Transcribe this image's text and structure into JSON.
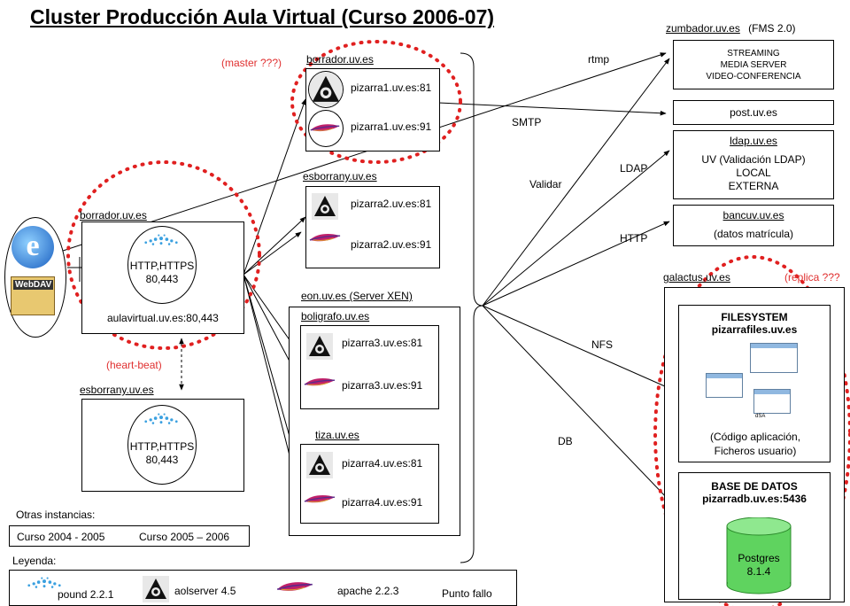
{
  "title": "Cluster Producción Aula Virtual (Curso 2006-07)",
  "nodes": {
    "borrador_front": {
      "host": "borrador.uv.es",
      "proto": "HTTP,HTTPS",
      "ports": "80,443",
      "service": "aulavirtual.uv.es:80,443"
    },
    "esborrany_front": {
      "host": "esborrany.uv.es",
      "proto": "HTTP,HTTPS",
      "ports": "80,443"
    },
    "borrador_back": {
      "host": "borrador.uv.es",
      "s1": "pizarra1.uv.es:81",
      "s2": "pizarra1.uv.es:91"
    },
    "esborrany_back": {
      "host": "esborrany.uv.es",
      "s1": "pizarra2.uv.es:81",
      "s2": "pizarra2.uv.es:91"
    },
    "eon": {
      "host": "eon.uv.es (Server XEN)"
    },
    "boligrafo": {
      "host": "boligrafo.uv.es",
      "s1": "pizarra3.uv.es:81",
      "s2": "pizarra3.uv.es:91"
    },
    "tiza": {
      "host": "tiza.uv.es",
      "s1": "pizarra4.uv.es:81",
      "s2": "pizarra4.uv.es:91"
    },
    "zumbador": {
      "host": "zumbador.uv.es",
      "note": "(FMS 2.0)",
      "l1": "STREAMING",
      "l2": "MEDIA SERVER",
      "l3": "VIDEO-CONFERENCIA"
    },
    "post": {
      "host": "post.uv.es"
    },
    "ldap": {
      "host": "ldap.uv.es",
      "l1": "UV (Validación LDAP)",
      "l2": "LOCAL",
      "l3": "EXTERNA"
    },
    "bancuv": {
      "host": "bancuv.uv.es",
      "l1": "(datos matrícula)"
    },
    "galactus": {
      "host": "galactus.uv.es",
      "replica": "(replica ???",
      "fs_title": "FILESYSTEM",
      "fs_host": "pizarrafiles.uv.es",
      "fs_l1": "(Código aplicación,",
      "fs_l2": "Ficheros usuario)",
      "db_title": "BASE DE DATOS",
      "db_host": "pizarradb.uv.es:5436",
      "db_l1": "Postgres",
      "db_l2": "8.1.4",
      "dsa": "dSA"
    }
  },
  "annotations": {
    "master": "(master ???)",
    "heartbeat": "(heart-beat)"
  },
  "protocols": {
    "rtmp": "rtmp",
    "smtp": "SMTP",
    "ldap": "LDAP",
    "validar": "Validar",
    "http": "HTTP",
    "nfs": "NFS",
    "db": "DB"
  },
  "client": {
    "webdav": "WebDAV"
  },
  "other": {
    "title": "Otras instancias:",
    "c1": "Curso 2004 - 2005",
    "c2": "Curso 2005 – 2006"
  },
  "legend": {
    "title": "Leyenda:",
    "pound": "pound 2.2.1",
    "aolserver": "aolserver 4.5",
    "apache": "apache 2.2.3",
    "fallo": "Punto fallo"
  },
  "colors": {
    "failure": "#e02020",
    "pound_dots": "#3aa0e0",
    "feather": "#c0206a"
  }
}
